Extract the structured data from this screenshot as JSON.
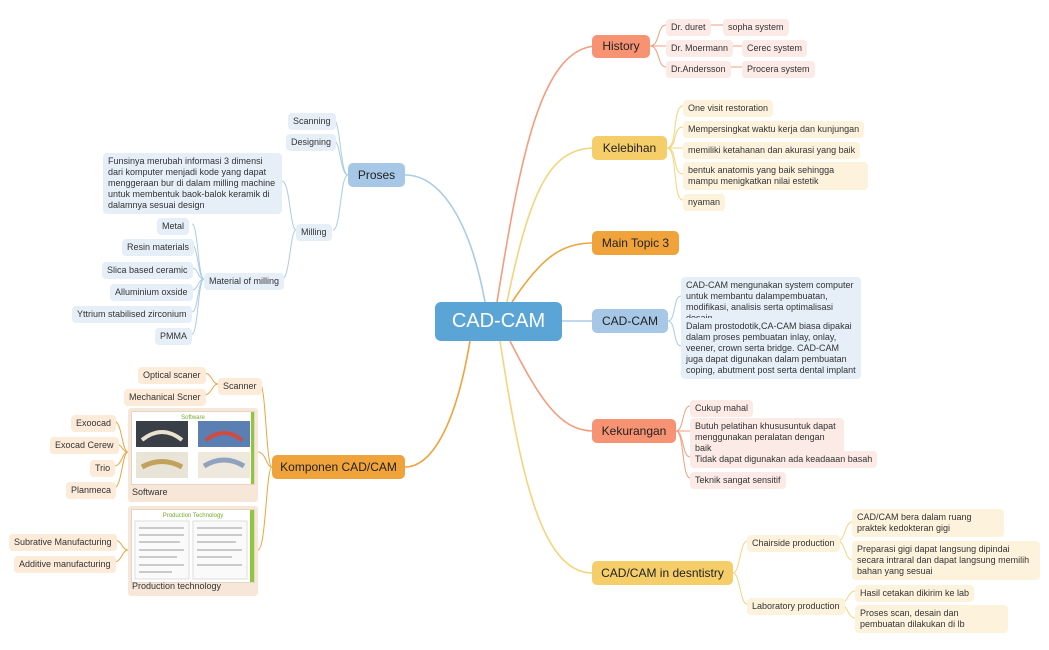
{
  "central": "CAD-CAM",
  "history": {
    "label": "History",
    "items": [
      {
        "name": "Dr. duret",
        "system": "sopha system"
      },
      {
        "name": "Dr. Moermann",
        "system": "Cerec system"
      },
      {
        "name": "Dr.Andersson",
        "system": "Procera system"
      }
    ]
  },
  "kelebihan": {
    "label": "Kelebihan",
    "items": [
      "One visit restoration",
      "Mempersingkat waktu kerja dan kunjungan",
      "memiliki ketahanan dan akurasi yang baik",
      "bentuk anatomis yang baik sehingga mampu menigkatkan nilai estetik",
      "nyaman"
    ]
  },
  "main_topic_3": "Main Topic 3",
  "cadcam": {
    "label": "CAD-CAM",
    "items": [
      "CAD-CAM mengunakan system computer untuk membantu dalampembuatan, modifikasi, analisis serta optimalisasi desain",
      "Dalam prostodotik,CA-CAM biasa dipakai dalam proses pembuatan inlay, onlay, veener, crown serta bridge. CAD-CAM juga dapat digunakan dalam pembuatan coping, abutment post serta dental implant"
    ]
  },
  "kekurangan": {
    "label": "Kekurangan",
    "items": [
      "Cukup mahal",
      "Butuh pelatihan khususuntuk dapat menggunakan peralatan dengan baik",
      "Tidak dapat digunakan ada keadaaan basah",
      "Teknik sangat sensitif"
    ]
  },
  "dentistry": {
    "label": "CAD/CAM in desntistry",
    "chairside": {
      "label": "Chairside production",
      "items": [
        "CAD/CAM bera dalam ruang praktek kedokteran gigi",
        "Preparasi gigi dapat langsung dipindai secara intraral dan dapat langsung memilih bahan yang sesuai"
      ]
    },
    "laboratory": {
      "label": "Laboratory production",
      "items": [
        "Hasil cetakan dikirim ke lab",
        "Proses scan, desain dan pembuatan dilakukan di lb"
      ]
    }
  },
  "proses": {
    "label": "Proses",
    "scanning": "Scanning",
    "designing": "Designing",
    "milling": "Milling",
    "milling_desc": "Funsinya merubah informasi 3 dimensi dari komputer menjadi kode yang dapat menggeraan bur di dalam milling machine untuk membentuk baok-balok keramik di dalamnya sesuai design",
    "material": {
      "label": "Material of milling",
      "items": [
        "Metal",
        "Resin materials",
        "Slica based ceramic",
        "Alluminium oxside",
        "Yttrium stabilised zirconium",
        "PMMA"
      ]
    }
  },
  "komponen": {
    "label": "Komponen CAD/CAM",
    "scanner": {
      "label": "Scanner",
      "items": [
        "Optical scaner",
        "Mechanical Scner"
      ]
    },
    "software": {
      "label": "Software",
      "image_title": "Software",
      "items": [
        "Exoocad",
        "Exocad Cerew",
        "Trio",
        "Planmeca"
      ]
    },
    "production": {
      "label": "Production technology",
      "image_title": "Production Technology",
      "items": [
        "Subrative Manufacturing",
        "Additive manufacturing"
      ]
    }
  },
  "colors": {
    "central": "#5aa5d6",
    "red": "#f79272",
    "yellow": "#f5ce6a",
    "orange": "#f0a33a",
    "blue": "#a6c8e6"
  }
}
